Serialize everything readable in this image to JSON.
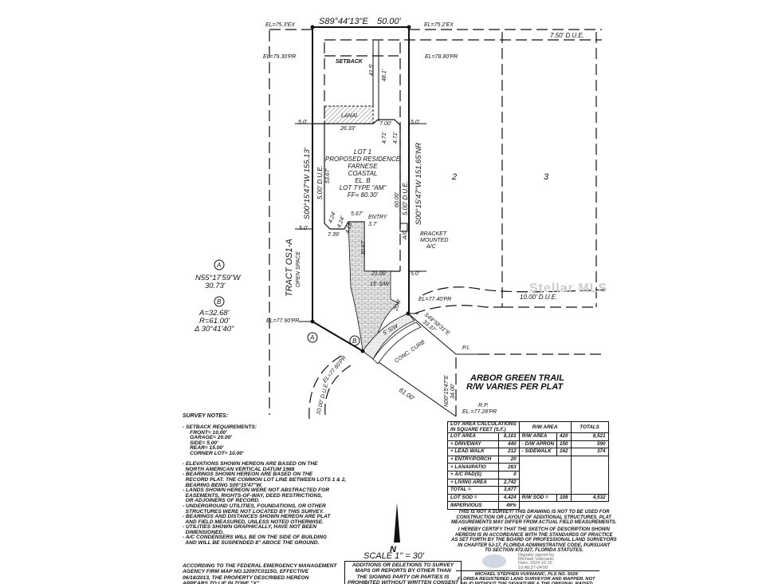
{
  "plat": {
    "top_bearing": "S89°44'13\"E",
    "top_distance": "50.00'",
    "el_top_left": "EL=75.3'EX",
    "el_top_right": "EL=75.2'EX",
    "el_left": "EL=79.30'PR",
    "el_right": "EL=78.80'PR",
    "due_top": "7.50' D.U.E.",
    "setback": "SETBACK",
    "dim_41_5": "41.5'",
    "dim_48_1": "48.1'",
    "lanai": "LANAI",
    "lanai_width": "26.33'",
    "dim_7_00": "7.00'",
    "dim_4_71a": "4.71'",
    "dim_4_71b": "4.71'",
    "five_ft": "5.0'",
    "left_bearing": "S00°15'47\"W 155.13'",
    "right_bearing": "S00°15'47\"W 151.65'NR",
    "due_left": "5.00' D.U.E.",
    "due_right": "5.00' D.U.E.",
    "dim_53_67": "53.67'",
    "dim_60_00": "60.00'",
    "lot_label": [
      "LOT 1",
      "PROPOSED RESIDENCE",
      "FARNESE",
      "COASTAL",
      "EL. B",
      "LOT TYPE \"AM\"",
      "FF= 80.30'"
    ],
    "dim_4_24a": "4.24'",
    "dim_4_24b": "4.24'",
    "dim_4_18": "4.18'",
    "dim_5_67": "5.67'",
    "dim_7_39": "7.39'",
    "entry": "ENTRY",
    "entry_dim": "3.7'",
    "ac": "A/C",
    "bracket": [
      "BRACKET",
      "MOUNTED",
      "A/C"
    ],
    "dim_30_67": "30.67'",
    "dim_21_00": "21.00'",
    "walk": "15' S/W",
    "lot2": "2",
    "lot3": "3",
    "tract": "TRACT OS1-A",
    "open_space": "OPEN SPACE",
    "curve_a_label": "A",
    "curve_a": [
      "N55°17'59\"W",
      "30.73'"
    ],
    "curve_b_label": "B",
    "curve_b": [
      "A=32.68'",
      "R=61.00'",
      "Δ 30°41'40\""
    ],
    "el_lot_left": "EL=77.90'PR",
    "el_b": "EL=77.60'PR",
    "el_right_corner": "EL=77.40'PR",
    "due_10_left": "10.00' D.U.E.",
    "due_10_right": "10.00' D.U.E.",
    "dim_20_8": "20.8'",
    "sw_5": "5' S/W",
    "curb": "CONC. CURB",
    "diag_bearing": "S49°58'31\"E",
    "diag_dist": "33.37'",
    "pi": "P.I.",
    "dist_61": "61.00'",
    "rp_bearing": "N00°15'47\"E",
    "rp_dist": "34.00'",
    "rp": "R.P.",
    "rp_el": "EL.=77.28'PR",
    "street": "ARBOR GREEN TRAIL",
    "street_rw": "R/W VARIES PER PLAT",
    "north": "N",
    "scale": "SCALE   1\" = 30'"
  },
  "notes": {
    "title": "SURVEY NOTES:",
    "body": "- SETBACK REQUIREMENTS:\n     FRONT= 10.00'\n     GARAGE= 20.00'\n     SIDE= 5.00'\n     REAR= 15.00'\n     CORNER LOT= 10.00'\n\n- ELEVATIONS SHOWN HEREON ARE BASED ON THE\n  NORTH AMERICAN VERTICAL DATUM 1988\n- BEARINGS SHOWN HEREON ARE BASED ON THE\n  RECORD PLAT. THE COMMON LOT LINE BETWEEN LOTS 1 & 2,\n  BEARING BEING S00°15'47\"W.\n- LANDS SHOWN HEREON WERE NOT ABSTRACTED FOR\n  EASEMENTS, RIGHTS-OF-WAY, DEED RESTRICTIONS,\n  OR ADJOINERS OF RECORD.\n- UNDERGROUND UTILITIES, FOUNDATIONS, OR OTHER\n  STRUCTURES WERE NOT LOCATED BY THIS SURVEY.\n- BEARINGS AND DISTANCES SHOWN HEREON ARE PLAT\n  AND FIELD MEASURED, UNLESS NOTED OTHERWISE.\n- UTILITIES SHOWN GRAPHICALLY, HAVE NOT BEEN\n  DIMENSIONED.\n- A/C CONDENSERS WILL BE ON THE SIDE OF BUILDING\n  AND WILL BE SUSPENDED 8\" ABOCE THE GROUND.",
    "flood": "ACCORDING TO THE FEDERAL EMERGENCY MANAGEMENT\nAGENCY FIRM MAP NO.12097C0115G, EFFECTIVE\n06/18/2013, THE PROPERTY DESCRIBED HEREON\nAPPEARS TO LIE IN ZONE \"X\"."
  },
  "additions": "ADDITIONS OR DELETIONS TO SURVEY\nMAPS OR REPORTS BY OTHER THAN\nTHE SIGNING PARTY OR PARTIES IS\nPROHIBITED WITHOUT WRITTEN CONSENT\nOF THE SIGNING PARTY OR PARTIES.",
  "calc": {
    "header_left": "LOT AREA CALCULATIONS\nIN SQUARE FEET (S.F.)",
    "header_rw": "R/W AREA",
    "header_totals": "TOTALS",
    "rows": [
      {
        "label": "LOT AREA",
        "value": "8,101",
        "rw_label": "R/W AREA",
        "rw_value": "420",
        "total": "8,521"
      },
      {
        "label": "+ DRIVEWAY",
        "value": "440",
        "rw_label": "- D/W APRON",
        "rw_value": "150",
        "total": "590"
      },
      {
        "label": "+ LEAD WALK",
        "value": "212",
        "rw_label": "- SIDEWALK",
        "rw_value": "162",
        "total": "374"
      },
      {
        "label": "+ ENTRY/PORCH",
        "value": "20"
      },
      {
        "label": "+ LANAI/PATIO",
        "value": "263"
      },
      {
        "label": "+ A/C PAD(S)",
        "value": "0"
      },
      {
        "label": "+ LIVING AREA",
        "value": "2,742"
      },
      {
        "label": "TOTAL =",
        "value": "3,677"
      },
      {
        "label": "LOT SOD =",
        "value": "4,424",
        "rw_label": "R/W SOD =",
        "rw_value": "108",
        "total": "4,532"
      },
      {
        "label": "IMPERVIOUS",
        "value": "46%"
      }
    ]
  },
  "disclaimer": "THIS IS NOT A SURVEY! THIS DRAWING IS NOT TO BE USED FOR\nCONSTRUCTION OR LAYOUT OF ADDITIONAL STRUCTURES. PLAT\nMEASUREMENTS MAY DIFFER FROM ACTUAL FIELD MEASUREMENTS.",
  "certify": "I HEREBY CERTIFY THAT THE SKETCH OF DESCRIPTION SHOWN\nHEREON IS IN ACCORDANCE WITH THE STANDARDS OF PRACTICE\nAS SET FORTH BY THE BOARD OF PROFESSIONAL LAND SURVEYORS\nIN CHAPTER 5J-17, FLORIDA ADMINISTRATIVE CODE, PURSUANT\nTO SECTION 472.027, FLORIDA STATUTES.",
  "signature": "Digitally signed by\nMichael Vukmanic\nDate: 2024.10.15\n10:48:37-04'00'",
  "surveyor": "MICHAEL STEPHEN VUKMANIC, PLS NO. 5028\nFLORIDA REGISTERED LAND SURVEYOR AND MAPPER. NOT\nVALID WITHOUT THE SIGNATURE & THE ORIGINAL RAISED",
  "watermark": "Stellar MLS"
}
